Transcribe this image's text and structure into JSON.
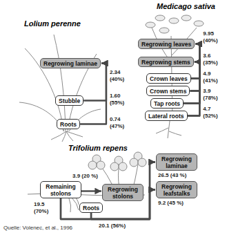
{
  "diagram": {
    "caption": "Quelle: Volenec, et al., 1996",
    "nodes": [
      {
        "text": [
          "Regrowing laminae"
        ]
      },
      {
        "text": [
          "Stubble"
        ]
      },
      {
        "text": [
          "Roots"
        ]
      },
      {
        "text": [
          "Regrowing leaves"
        ]
      },
      {
        "text": [
          "Regrowing stems"
        ]
      },
      {
        "text": [
          "Crown leaves"
        ]
      },
      {
        "text": [
          "Crown stems"
        ]
      },
      {
        "text": [
          "Tap roots"
        ]
      },
      {
        "text": [
          "Lateral roots"
        ]
      },
      {
        "text": [
          "Regrowing laminae"
        ]
      },
      {
        "text": [
          "Regrowing leafstalks"
        ]
      },
      {
        "text": [
          "Remaining stolons"
        ]
      },
      {
        "text": [
          "Regrowing stolons"
        ]
      },
      {
        "text": [
          "Roots"
        ]
      }
    ],
    "edges": [
      {
        "from": 1,
        "to": 0,
        "arrow": "to"
      },
      {
        "from": 2,
        "to": 0,
        "arrow": "to"
      },
      {
        "from": 5,
        "to": 3,
        "arrow": "to"
      },
      {
        "from": 6,
        "to": 3,
        "arrow": "to"
      },
      {
        "from": 7,
        "to": 3,
        "arrow": "to"
      },
      {
        "from": 8,
        "to": 3,
        "arrow": "to"
      },
      {
        "from": 5,
        "to": 4,
        "arrow": "to"
      },
      {
        "from": 6,
        "to": 4,
        "arrow": "to"
      },
      {
        "from": 7,
        "to": 4,
        "arrow": "to"
      },
      {
        "from": 8,
        "to": 4,
        "arrow": "to"
      },
      {
        "from": 11,
        "to": 12,
        "arrow": "to"
      },
      {
        "from": 11,
        "to": 9,
        "arrow": "to"
      },
      {
        "from": 11,
        "to": 10,
        "arrow": "to"
      },
      {
        "from": 13,
        "to": 9,
        "arrow": "to"
      },
      {
        "from": 13,
        "to": 10,
        "arrow": "to"
      }
    ],
    "labels": [
      "Lolium perenne",
      "Medicago sativa",
      "Trifolium repens",
      "2.34 (40%)",
      "1.60 (55%)",
      "0.74 (47%)",
      "9.95 (40%)",
      "3.6 (35%)",
      "4.9 (41%)",
      "3.9 (78%)",
      "4.7 (52%)",
      "26.5 (43 %)",
      "9.2 (45 %)",
      "19.5 (70%)",
      "3.9 (20 %)",
      "20.1 (56%)"
    ]
  }
}
